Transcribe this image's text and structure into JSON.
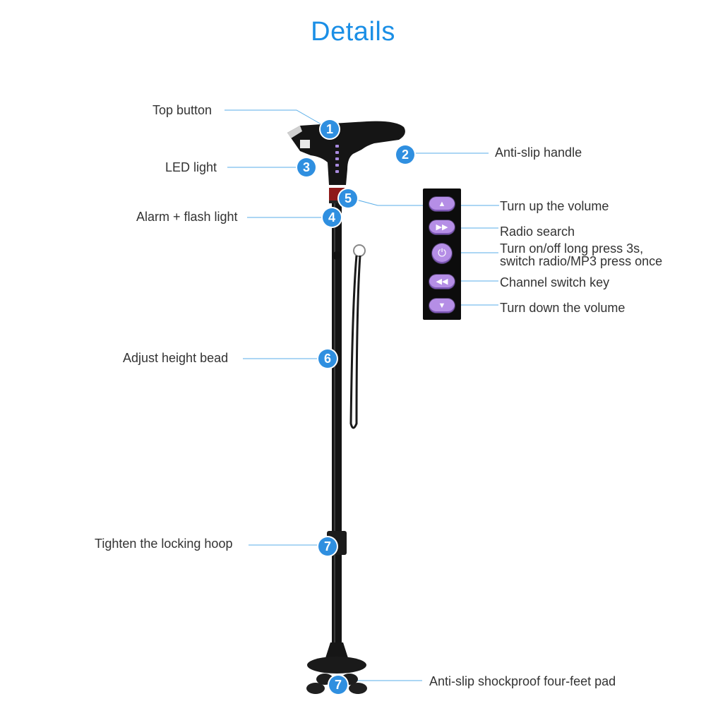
{
  "title": "Details",
  "colors": {
    "accent": "#1b8fe6",
    "badge": "#2f8fe0",
    "leader_line": "#5aaee8",
    "remote_button": "#b58ee6"
  },
  "callouts": [
    {
      "number": "1",
      "label": "Top button"
    },
    {
      "number": "2",
      "label": "Anti-slip handle"
    },
    {
      "number": "3",
      "label": "LED light"
    },
    {
      "number": "4",
      "label": "Alarm + flash light"
    },
    {
      "number": "5",
      "label": ""
    },
    {
      "number": "6",
      "label": "Adjust height bead"
    },
    {
      "number": "7",
      "label": "Tighten the locking hoop"
    },
    {
      "number": "7",
      "label": "Anti-slip shockproof four-feet pad"
    }
  ],
  "remote": {
    "buttons": [
      {
        "icon": "volume-up-triangle-icon",
        "glyph": "▲",
        "label": "Turn up the volume"
      },
      {
        "icon": "fast-forward-icon",
        "glyph": "▶▶",
        "label": "Radio search"
      },
      {
        "icon": "power-icon",
        "glyph": "⏻",
        "label_line1": "Turn on/off long press 3s,",
        "label_line2": "switch radio/MP3 press once"
      },
      {
        "icon": "rewind-icon",
        "glyph": "◀◀",
        "label": "Channel switch key"
      },
      {
        "icon": "volume-down-triangle-icon",
        "glyph": "▼",
        "label": "Turn down the volume"
      }
    ]
  }
}
